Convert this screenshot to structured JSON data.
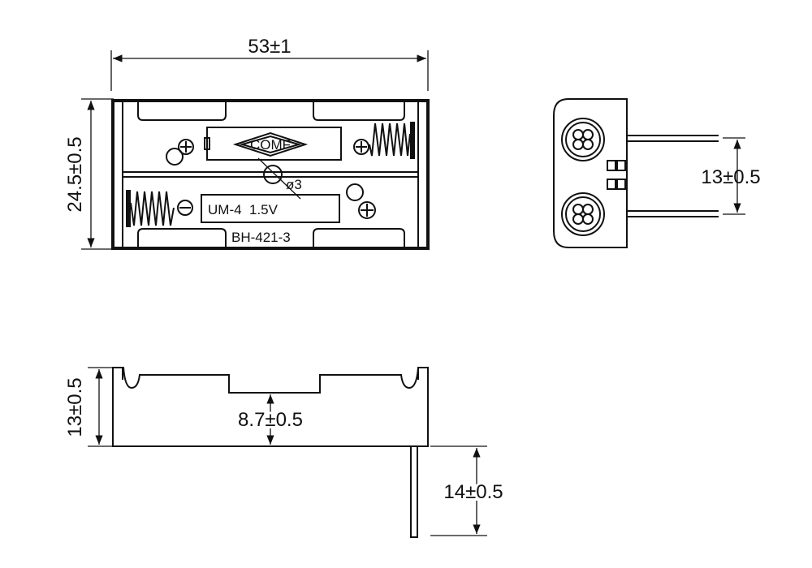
{
  "top_view": {
    "width_dim": "53±1",
    "height_dim": "24.5±0.5",
    "logo_text": "COMF",
    "hole_dim": "ø3",
    "cell_label": "UM-4  1.5V",
    "model_label": "BH-421-3",
    "plus_sign": "+",
    "minus_sign": "−"
  },
  "side_view": {
    "pin_spacing_dim": "13±0.5"
  },
  "front_view": {
    "height_dim": "13±0.5",
    "inner_height_dim": "8.7±0.5",
    "pin_length_dim": "14±0.5"
  }
}
